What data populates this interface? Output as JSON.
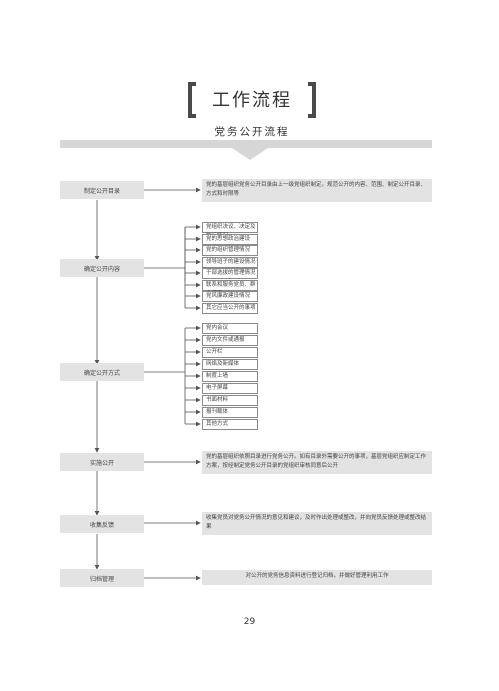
{
  "header": {
    "title": "工作流程",
    "subtitle": "党务公开流程"
  },
  "steps": [
    "制定公开目录",
    "确定公开内容",
    "确定公开方式",
    "实施公开",
    "收集反馈",
    "归档管理"
  ],
  "step_descriptions": {
    "directory": "党的基层组织党务公开目录由上一级党组织制定。规范公开的内容、范围、制定公开目录、方式和时限等",
    "implement": "党的基层组织依照目录进行党务公开。如有目录外需要公开的事项，基层党组织应制定工作方案，按经制定党务公开目录的党组织审核同意后公开",
    "feedback": "收集党员对党务公开情况的意见和建议，及时作出处理或整改，并向党员反馈处理或整改结果",
    "archive": "对公开的党务信息资料进行登记归档，并做好管理利用工作"
  },
  "content_items": [
    "党组织决议、决定及执行情况",
    "党的思想政治建设",
    "党的组织管理情况",
    "领导班子的建设情况",
    "干部选拔的管理情况",
    "联系和服务党员、群众情况",
    "党风廉政建设情况",
    "其它应当公开的事项"
  ],
  "method_items": [
    "党内会议",
    "党内文件或通报",
    "公开栏",
    "网络及新媒体",
    "制度上墙",
    "电子屏幕",
    "书面材料",
    "报刊载体",
    "其他方式"
  ],
  "page_number": "29"
}
